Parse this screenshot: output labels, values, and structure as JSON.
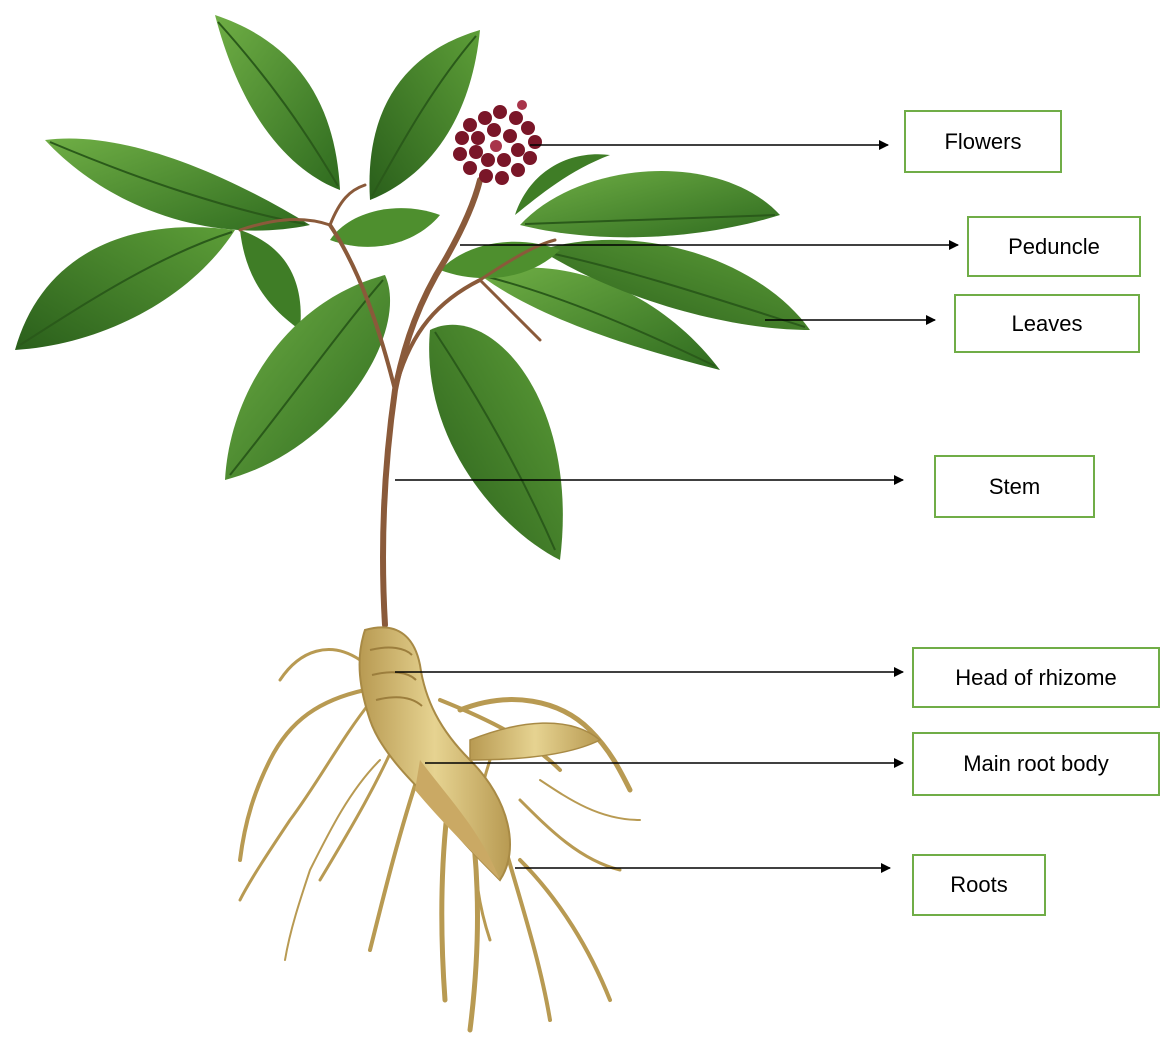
{
  "labels": {
    "flowers": "Flowers",
    "peduncle": "Peduncle",
    "leaves": "Leaves",
    "stem": "Stem",
    "head_of_rhizome": "Head of rhizome",
    "main_root_body": "Main root body",
    "roots": "Roots"
  },
  "colors": {
    "label_border": "#70ad47",
    "leaf_dark": "#2f6b1f",
    "leaf_mid": "#4e8f2e",
    "leaf_light": "#6fae45",
    "stem": "#8a5a3a",
    "root_fill": "#d8c27a",
    "root_shade": "#b89a52",
    "berry": "#7a1628",
    "arrow": "#000000"
  }
}
